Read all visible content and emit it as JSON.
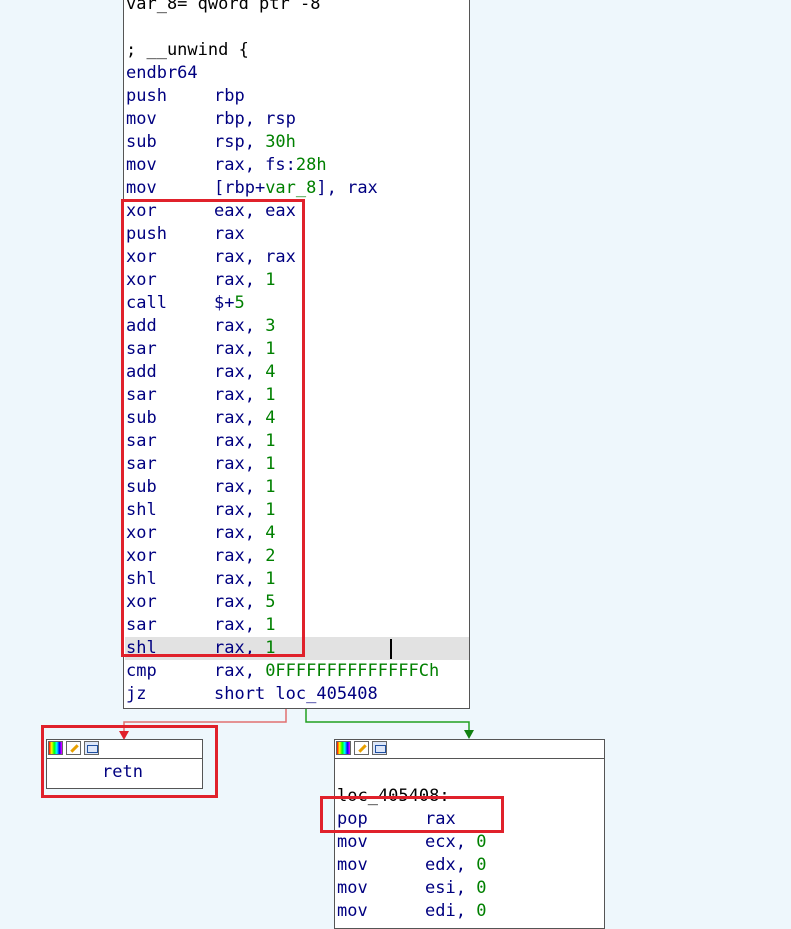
{
  "main_block": {
    "lines": [
      {
        "parts": [
          {
            "t": "var_8= qword ptr -8",
            "c": "blk"
          }
        ]
      },
      {
        "parts": []
      },
      {
        "parts": [
          {
            "t": "; __unwind {",
            "c": "blk"
          }
        ]
      },
      {
        "mn": "endbr64"
      },
      {
        "mn": "push",
        "op": [
          {
            "t": "rbp"
          }
        ]
      },
      {
        "mn": "mov",
        "op": [
          {
            "t": "rbp, rsp"
          }
        ]
      },
      {
        "mn": "sub",
        "op": [
          {
            "t": "rsp, "
          },
          {
            "t": "30h",
            "c": "num"
          }
        ]
      },
      {
        "mn": "mov",
        "op": [
          {
            "t": "rax, fs:"
          },
          {
            "t": "28h",
            "c": "num"
          }
        ]
      },
      {
        "mn": "mov",
        "op": [
          {
            "t": "[rbp+"
          },
          {
            "t": "var_8",
            "c": "num"
          },
          {
            "t": "], rax"
          }
        ]
      },
      {
        "mn": "xor",
        "op": [
          {
            "t": "eax, eax"
          }
        ]
      },
      {
        "mn": "push",
        "op": [
          {
            "t": "rax"
          }
        ]
      },
      {
        "mn": "xor",
        "op": [
          {
            "t": "rax, rax"
          }
        ]
      },
      {
        "mn": "xor",
        "op": [
          {
            "t": "rax, "
          },
          {
            "t": "1",
            "c": "num"
          }
        ]
      },
      {
        "mn": "call",
        "op": [
          {
            "t": "$+"
          },
          {
            "t": "5",
            "c": "num"
          }
        ]
      },
      {
        "mn": "add",
        "op": [
          {
            "t": "rax, "
          },
          {
            "t": "3",
            "c": "num"
          }
        ]
      },
      {
        "mn": "sar",
        "op": [
          {
            "t": "rax, "
          },
          {
            "t": "1",
            "c": "num"
          }
        ]
      },
      {
        "mn": "add",
        "op": [
          {
            "t": "rax, "
          },
          {
            "t": "4",
            "c": "num"
          }
        ]
      },
      {
        "mn": "sar",
        "op": [
          {
            "t": "rax, "
          },
          {
            "t": "1",
            "c": "num"
          }
        ]
      },
      {
        "mn": "sub",
        "op": [
          {
            "t": "rax, "
          },
          {
            "t": "4",
            "c": "num"
          }
        ]
      },
      {
        "mn": "sar",
        "op": [
          {
            "t": "rax, "
          },
          {
            "t": "1",
            "c": "num"
          }
        ]
      },
      {
        "mn": "sar",
        "op": [
          {
            "t": "rax, "
          },
          {
            "t": "1",
            "c": "num"
          }
        ]
      },
      {
        "mn": "sub",
        "op": [
          {
            "t": "rax, "
          },
          {
            "t": "1",
            "c": "num"
          }
        ]
      },
      {
        "mn": "shl",
        "op": [
          {
            "t": "rax, "
          },
          {
            "t": "1",
            "c": "num"
          }
        ]
      },
      {
        "mn": "xor",
        "op": [
          {
            "t": "rax, "
          },
          {
            "t": "4",
            "c": "num"
          }
        ]
      },
      {
        "mn": "xor",
        "op": [
          {
            "t": "rax, "
          },
          {
            "t": "2",
            "c": "num"
          }
        ]
      },
      {
        "mn": "shl",
        "op": [
          {
            "t": "rax, "
          },
          {
            "t": "1",
            "c": "num"
          }
        ]
      },
      {
        "mn": "xor",
        "op": [
          {
            "t": "rax, "
          },
          {
            "t": "5",
            "c": "num"
          }
        ]
      },
      {
        "mn": "sar",
        "op": [
          {
            "t": "rax, "
          },
          {
            "t": "1",
            "c": "num"
          }
        ]
      },
      {
        "mn": "shl",
        "op": [
          {
            "t": "rax, "
          },
          {
            "t": "1",
            "c": "num"
          }
        ]
      },
      {
        "mn": "cmp",
        "op": [
          {
            "t": "rax, "
          },
          {
            "t": "0FFFFFFFFFFFFFFCh",
            "c": "num"
          }
        ]
      },
      {
        "mn": "jz",
        "op": [
          {
            "t": "short loc_405408"
          }
        ]
      }
    ]
  },
  "retn_block": {
    "text": "retn"
  },
  "loc_block": {
    "lines": [
      {
        "parts": []
      },
      {
        "parts": [
          {
            "t": "loc_405408:",
            "c": "blk"
          }
        ]
      },
      {
        "mn": "pop",
        "op": [
          {
            "t": "rax"
          }
        ]
      },
      {
        "mn": "mov",
        "op": [
          {
            "t": "ecx, "
          },
          {
            "t": "0",
            "c": "num"
          }
        ]
      },
      {
        "mn": "mov",
        "op": [
          {
            "t": "edx, "
          },
          {
            "t": "0",
            "c": "num"
          }
        ]
      },
      {
        "mn": "mov",
        "op": [
          {
            "t": "esi, "
          },
          {
            "t": "0",
            "c": "num"
          }
        ]
      },
      {
        "mn": "mov",
        "op": [
          {
            "t": "edi, "
          },
          {
            "t": "0",
            "c": "num"
          }
        ]
      }
    ]
  },
  "colors": {
    "background": "#eef7fc",
    "mnemonic": "#000080",
    "number": "#008000",
    "highlight_box": "#e0212b",
    "false_edge": "#e07070",
    "true_edge": "#20a020"
  },
  "icons": [
    "color-palette-icon",
    "edit-node-icon",
    "graph-view-icon"
  ]
}
